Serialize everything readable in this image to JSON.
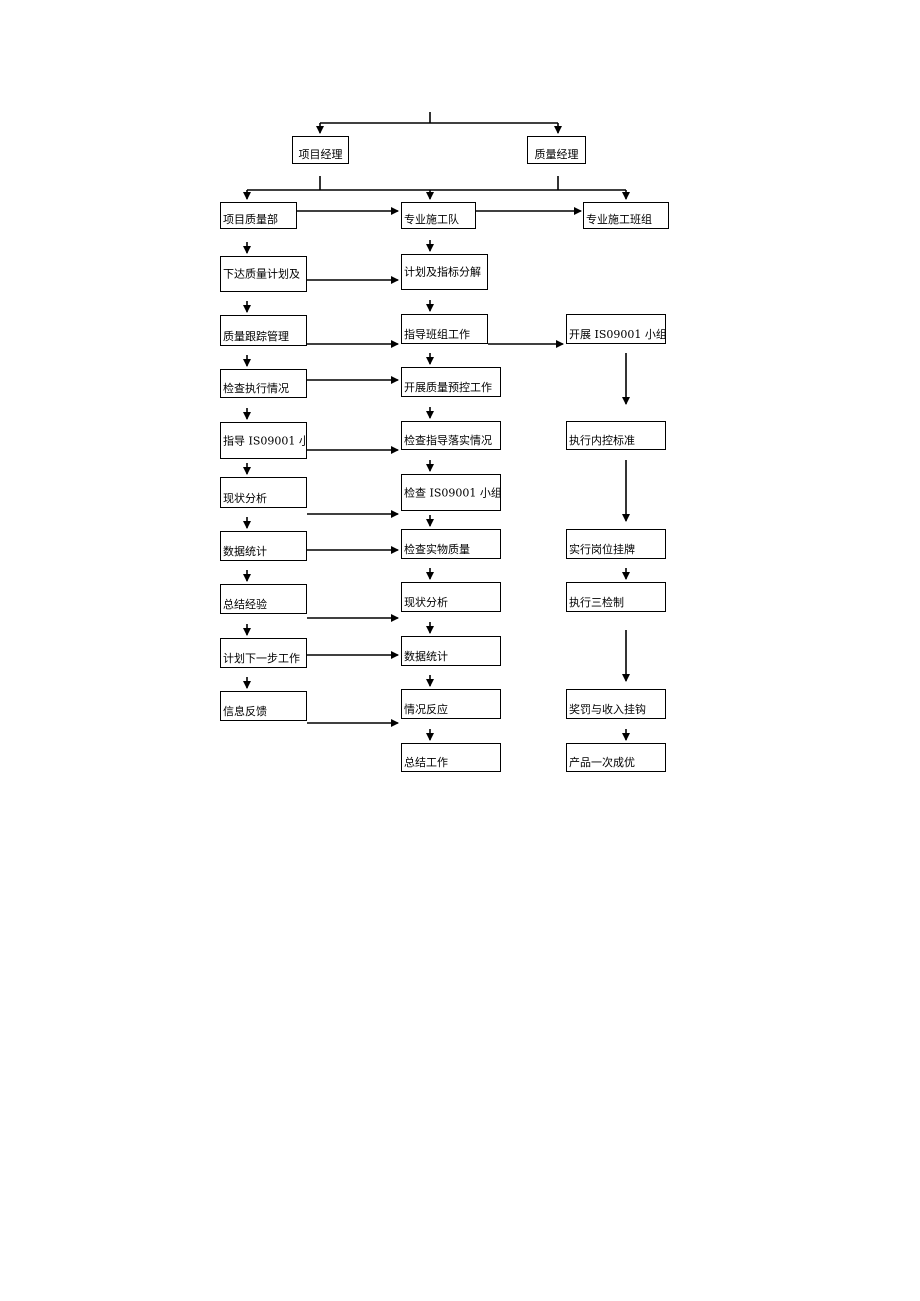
{
  "top": {
    "project_manager": "项目经理",
    "quality_manager": "质量经理"
  },
  "row2": {
    "project_quality_dept": "项目质量部",
    "construction_team": "专业施工队",
    "construction_crew": "专业施工班组"
  },
  "left_column": [
    "下达质量计划及",
    "质量跟踪管理",
    "检查执行情况",
    "指导 IS09001 小",
    "现状分析",
    "数据统计",
    "总结经验",
    "计划下一步工作",
    "信息反馈"
  ],
  "middle_column": [
    "计划及指标分解",
    "指导班组工作",
    "开展质量预控工作",
    "检查指导落实情况",
    "检查 IS09001 小组",
    "检查实物质量",
    "现状分析",
    "数据统计",
    "情况反应",
    "总结工作"
  ],
  "right_column": [
    "开展 IS09001 小组",
    "执行内控标准",
    "实行岗位挂牌",
    "执行三检制",
    "奖罚与收入挂钩",
    "产品一次成优"
  ]
}
